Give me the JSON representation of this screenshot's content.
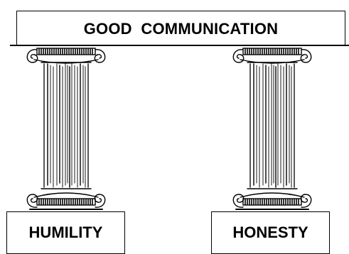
{
  "header": {
    "title": "GOOD  COMMUNICATION"
  },
  "pillars": [
    {
      "label": "HUMILITY"
    },
    {
      "label": "HONESTY"
    }
  ]
}
